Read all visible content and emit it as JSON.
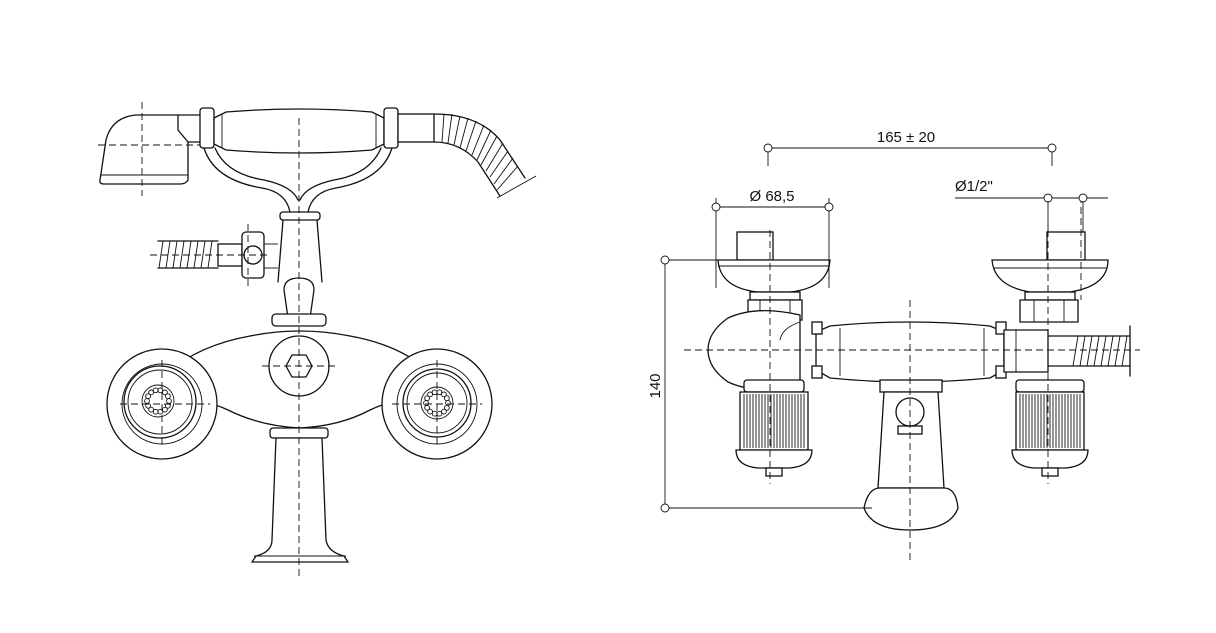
{
  "dimensions": {
    "spacing": "165 ± 20",
    "handwheel_diameter": "Ø 68,5",
    "thread_size": "Ø1/2\"",
    "height": "140"
  }
}
